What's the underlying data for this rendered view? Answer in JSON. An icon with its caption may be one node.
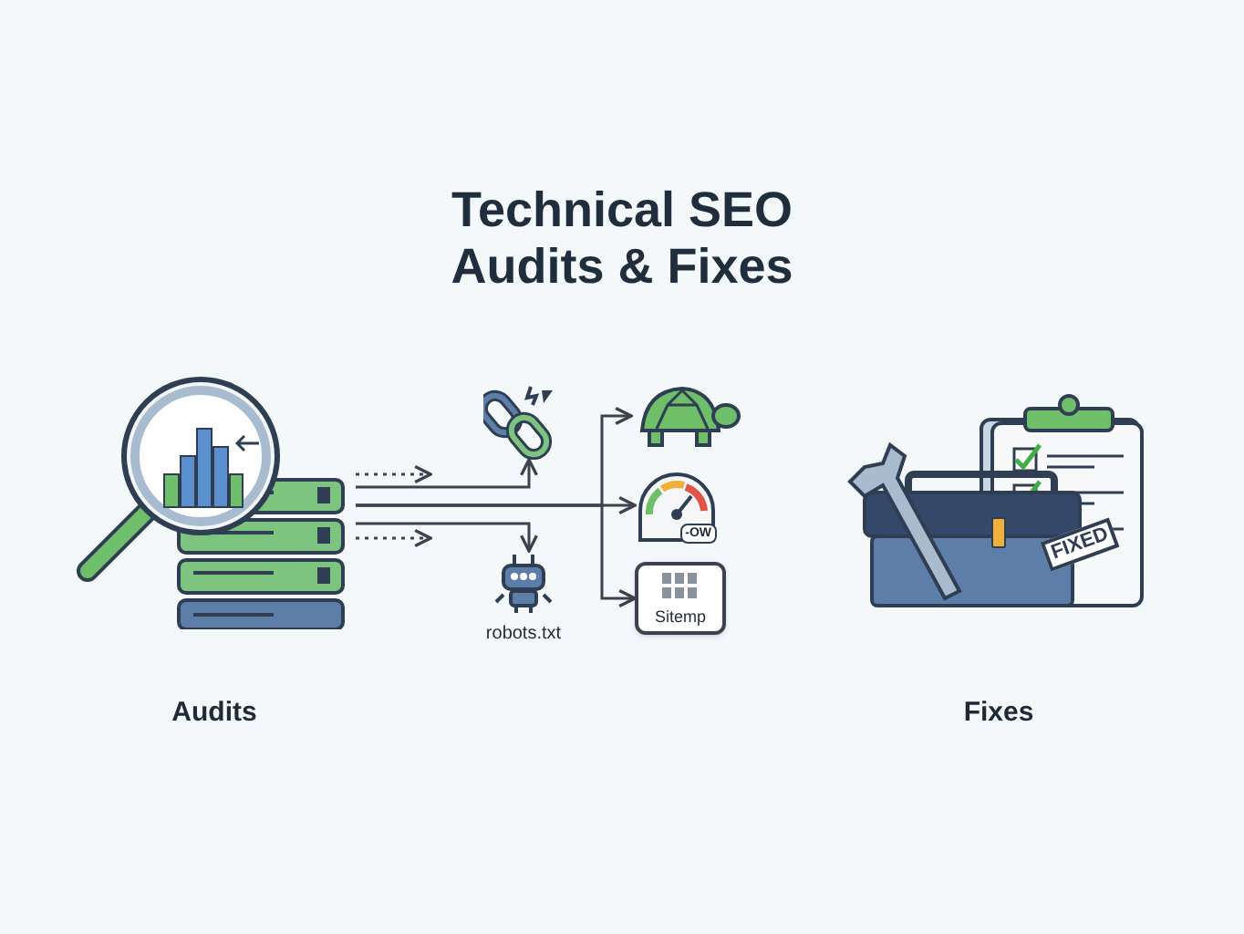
{
  "diagram": {
    "title": "Technical SEO Audits & Fixes",
    "nodes": [
      {
        "text": [
          "Audits"
        ]
      },
      {
        "text": [],
        "shape": "picture"
      },
      {
        "text": [
          "robots.txt"
        ]
      },
      {
        "text": [],
        "shape": "picture"
      },
      {
        "text": [
          "-OW"
        ]
      },
      {
        "text": [
          "Sitemp"
        ]
      },
      {
        "text": [
          "Fixes"
        ]
      }
    ],
    "edges": [
      {
        "from": 0,
        "to": null,
        "arrow": "to",
        "style": "dashed"
      },
      {
        "from": 0,
        "to": 1,
        "arrow": "to"
      },
      {
        "from": 0,
        "to": 4,
        "arrow": "to"
      },
      {
        "from": 0,
        "to": 3,
        "arrow": "to"
      },
      {
        "from": 0,
        "to": 5,
        "arrow": "to"
      },
      {
        "from": 0,
        "to": 2,
        "arrow": "to"
      },
      {
        "from": 0,
        "to": null,
        "arrow": "to",
        "style": "dashed"
      }
    ],
    "labels": [
      "FIXED"
    ]
  }
}
